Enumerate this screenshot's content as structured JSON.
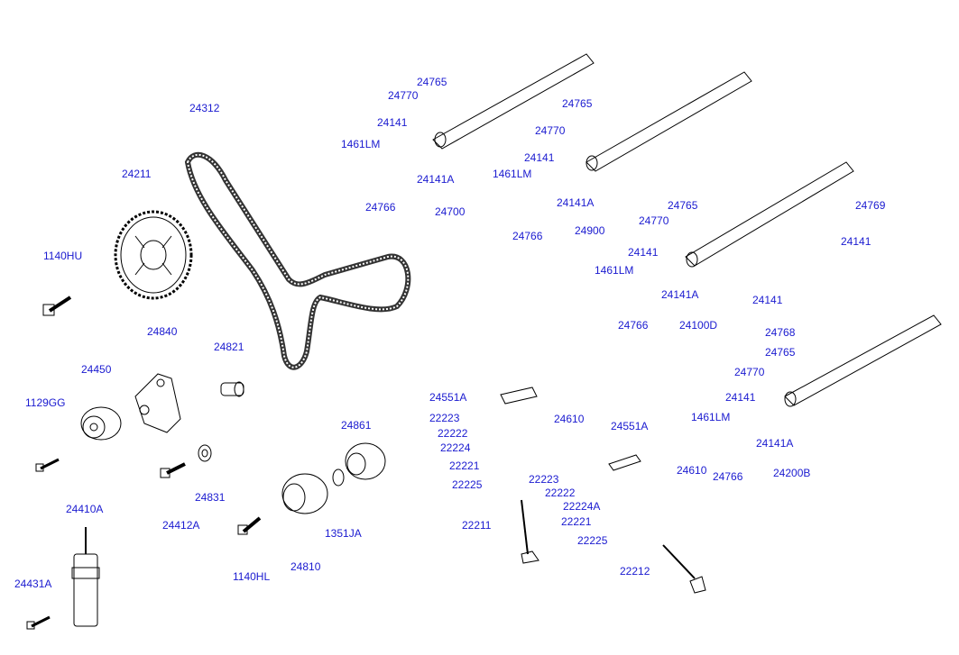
{
  "colors": {
    "label": "#1a1ad0",
    "line": "#000000",
    "part_fill": "#ffffff"
  },
  "labels": {
    "p24312": "24312",
    "p24211": "24211",
    "p1140hu": "1140HU",
    "p24840": "24840",
    "p24450": "24450",
    "p1129gg": "1129GG",
    "p24821": "24821",
    "p24831": "24831",
    "p24412a": "24412A",
    "p24861": "24861",
    "p24810": "24810",
    "p1351ja": "1351JA",
    "p1140hl": "1140HL",
    "p24410a": "24410A",
    "p24431a": "24431A",
    "c1_24765": "24765",
    "c1_24770": "24770",
    "c1_24141": "24141",
    "c1_1461lm": "1461LM",
    "c1_24766": "24766",
    "c1_24141a": "24141A",
    "c1_24700": "24700",
    "c2_24765": "24765",
    "c2_24770": "24770",
    "c2_24141": "24141",
    "c2_1461lm": "1461LM",
    "c2_24766": "24766",
    "c2_24141a": "24141A",
    "c2_24900": "24900",
    "c3_24765": "24765",
    "c3_24770": "24770",
    "c3_24141": "24141",
    "c3_1461lm": "1461LM",
    "c3_24766": "24766",
    "c3_24141a": "24141A",
    "c3_24100d": "24100D",
    "c4_24765": "24765",
    "c4_24770": "24770",
    "c4_24141": "24141",
    "c4_1461lm": "1461LM",
    "c4_24766": "24766",
    "c4_24141a": "24141A",
    "c4_24200b": "24200B",
    "t_24769": "24769",
    "t_24141a": "24141",
    "t_24141b": "24141",
    "t_24768": "24768",
    "v1_24551a": "24551A",
    "v1_22223": "22223",
    "v1_24610": "24610",
    "v1_22222": "22222",
    "v1_22224": "22224",
    "v1_22221": "22221",
    "v1_22225": "22225",
    "v1_22211": "22211",
    "v2_24551a": "24551A",
    "v2_22223": "22223",
    "v2_24610": "24610",
    "v2_22222": "22222",
    "v2_22224a": "22224A",
    "v2_22221": "22221",
    "v2_22225": "22225",
    "v2_22212": "22212"
  }
}
